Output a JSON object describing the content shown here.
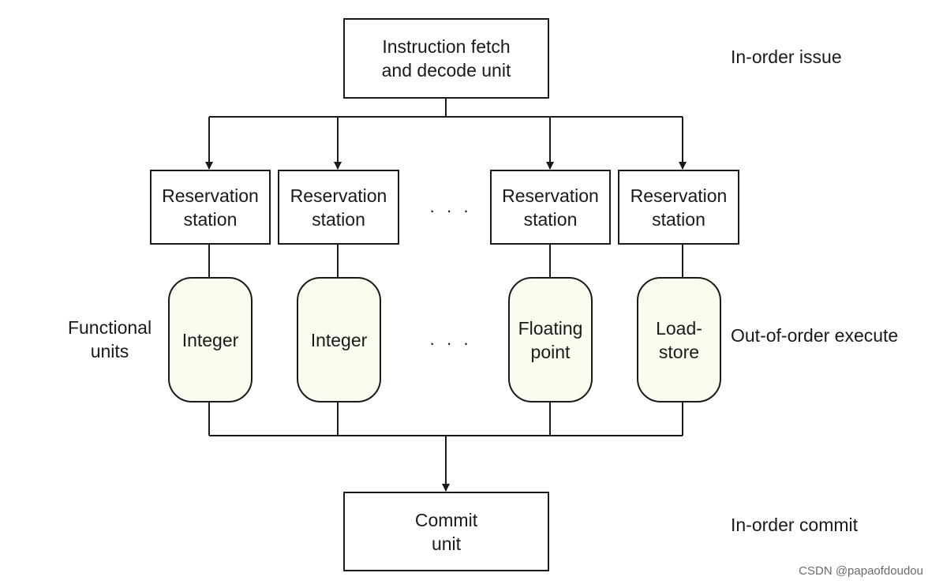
{
  "colors": {
    "stroke": "#1a1a1a",
    "unit_fill": "#fbfbf0",
    "box_fill": "#ffffff",
    "watermark": "#6b6b6b"
  },
  "fetch_unit": {
    "label": "Instruction fetch\nand decode unit"
  },
  "reservation_stations": [
    {
      "label": "Reservation\nstation"
    },
    {
      "label": "Reservation\nstation"
    },
    {
      "label": "Reservation\nstation"
    },
    {
      "label": "Reservation\nstation"
    }
  ],
  "functional_units": [
    {
      "label": "Integer"
    },
    {
      "label": "Integer"
    },
    {
      "label": "Floating\npoint"
    },
    {
      "label": "Load-\nstore"
    }
  ],
  "ellipsis": "· · ·",
  "commit_unit": {
    "label": "Commit\nunit"
  },
  "side_labels": {
    "issue": "In-order issue",
    "execute": "Out-of-order execute",
    "commit": "In-order commit",
    "functional_units": "Functional\nunits"
  },
  "watermark": "CSDN @papaofdoudou"
}
